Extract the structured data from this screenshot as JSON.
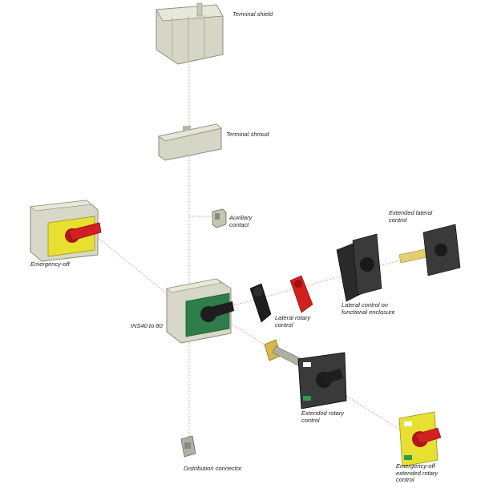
{
  "diagram": {
    "title": "",
    "labels": {
      "terminal_shield": "Terminal shield",
      "terminal_shroud": "Terminal shroud",
      "auxiliary_contact": [
        "Auxiliary",
        "contact"
      ],
      "extended_lateral_control": [
        "Extended lateral",
        "control"
      ],
      "emergency_off": "Emergency-off",
      "ins40_80": "INS40 to 80",
      "lateral_rotary_control": [
        "Lateral rotary",
        "control"
      ],
      "lateral_control_functional": [
        "Lateral control on",
        "functional enclosure"
      ],
      "extended_rotary_control": [
        "Extended rotary",
        "control"
      ],
      "emergency_off_extended": [
        "Emergency-off",
        "extended rotary",
        "control"
      ],
      "distribution_connector": "Distribution connector"
    },
    "colors": {
      "connector_line": "#e6a88a",
      "housing": "#d8d8c8",
      "green_panel": "#2e7d4a",
      "yellow_panel": "#e8e030",
      "red_handle": "#d02020",
      "black_handle": "#1e1e1e"
    }
  }
}
